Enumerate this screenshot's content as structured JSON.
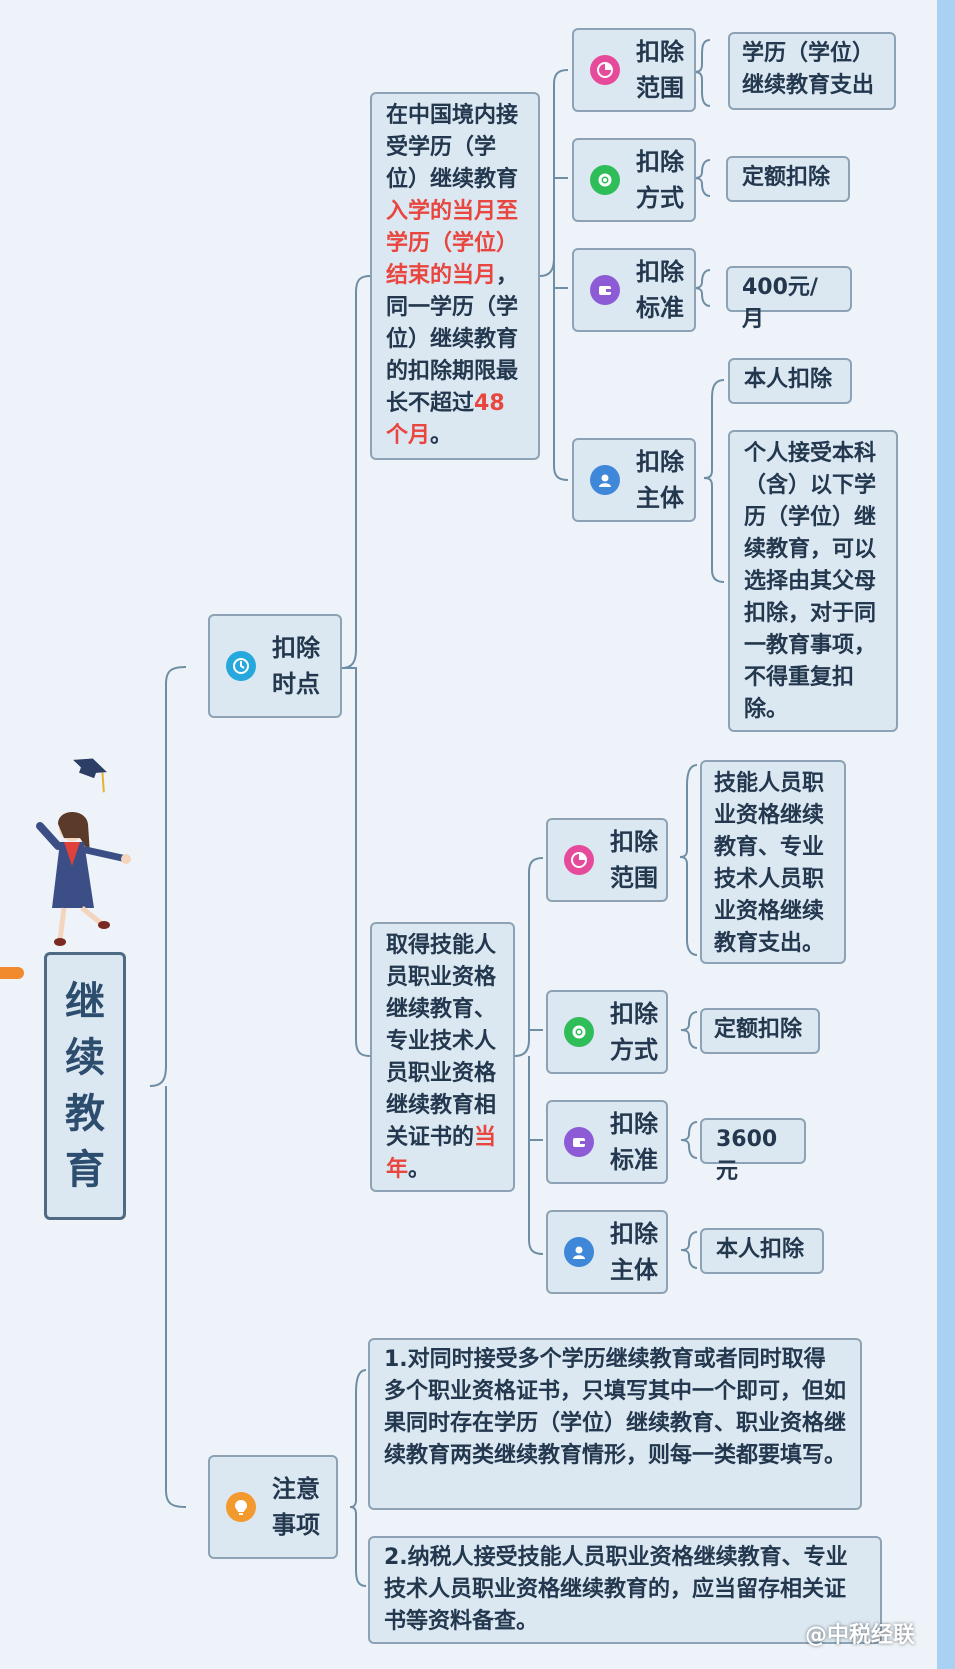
{
  "root": {
    "label": "继续教育"
  },
  "branches": {
    "timing": {
      "label": "扣除时点",
      "icon": "clock-icon",
      "color": "#27a8dd",
      "degree": {
        "desc_parts": [
          "在中国境内接受学历（学位）继续教育",
          "入学的当月至学历（学位）结束的当月",
          "，同一学历（学位）继续教育的扣除期限最长不超过",
          "48个月",
          "。"
        ],
        "scope": {
          "label": "扣除范围",
          "value": "学历（学位）继续教育支出"
        },
        "method": {
          "label": "扣除方式",
          "value": "定额扣除"
        },
        "standard": {
          "label": "扣除标准",
          "value": "400元/月"
        },
        "subject": {
          "label": "扣除主体",
          "value1": "本人扣除",
          "value2": "个人接受本科（含）以下学历（学位）继续教育，可以选择由其父母扣除，对于同一教育事项，不得重复扣除。"
        }
      },
      "vocational": {
        "desc_parts": [
          "取得技能人员职业资格继续教育、专业技术人员职业资格继续教育相关证书的",
          "当年",
          "。"
        ],
        "scope": {
          "label": "扣除范围",
          "value": "技能人员职业资格继续教育、专业技术人员职业资格继续教育支出。"
        },
        "method": {
          "label": "扣除方式",
          "value": "定额扣除"
        },
        "standard": {
          "label": "扣除标准",
          "value": "3600元"
        },
        "subject": {
          "label": "扣除主体",
          "value": "本人扣除"
        }
      }
    },
    "notes": {
      "label": "注意事项",
      "icon": "lightbulb-icon",
      "color": "#f39a2e",
      "items": [
        "1.对同时接受多个学历继续教育或者同时取得多个职业资格证书，只填写其中一个即可，但如果同时存在学历（学位）继续教育、职业资格继续教育两类继续教育情形，则每一类都要填写。",
        "2.纳税人接受技能人员职业资格继续教育、专业技术人员职业资格继续教育的，应当留存相关证书等资料备查。"
      ]
    }
  },
  "icons": {
    "scope": {
      "name": "pie-chart-icon",
      "color": "#e64a9a"
    },
    "method": {
      "name": "gear-icon",
      "color": "#2ebd58"
    },
    "standard": {
      "name": "wallet-icon",
      "color": "#8d5bd6"
    },
    "subject": {
      "name": "user-icon",
      "color": "#3f87d8"
    }
  },
  "watermark": "@中税经联"
}
